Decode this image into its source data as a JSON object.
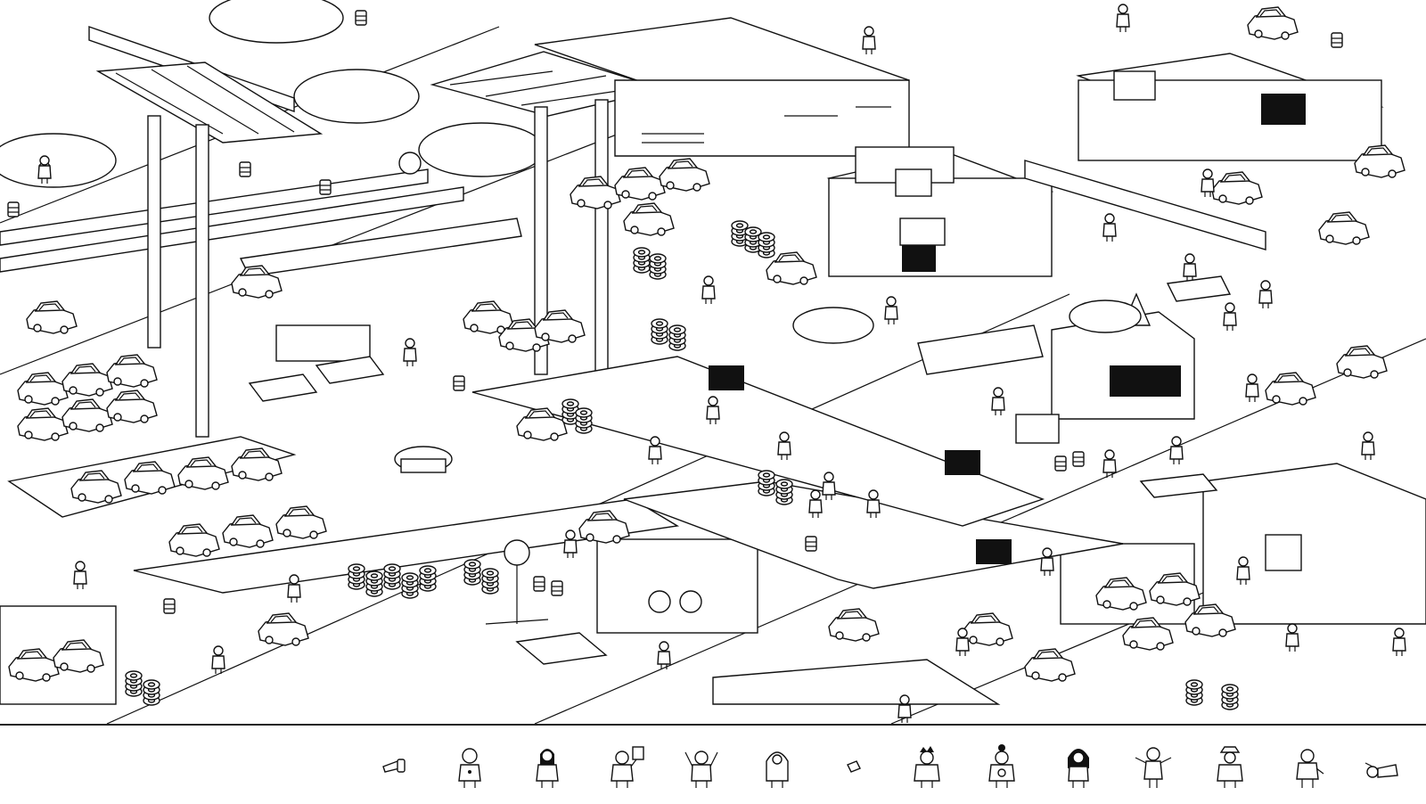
{
  "game": {
    "style": "black-and-white isometric hand-drawn",
    "scene": "car factory",
    "colors": {
      "ink": "#111111",
      "paper": "#ffffff"
    }
  },
  "tray": {
    "targets": [
      {
        "name": "dropped-hammer-target",
        "icon": "hammer-icon"
      },
      {
        "name": "hooded-person-target",
        "icon": "person-icon"
      },
      {
        "name": "long-hair-person-target",
        "icon": "person-icon"
      },
      {
        "name": "person-with-sign-target",
        "icon": "person-icon"
      },
      {
        "name": "cheering-person-target",
        "icon": "person-icon"
      },
      {
        "name": "round-hooded-person-target",
        "icon": "person-icon"
      },
      {
        "name": "small-object-target",
        "icon": "object-icon"
      },
      {
        "name": "spiky-hair-person-target",
        "icon": "person-icon"
      },
      {
        "name": "bun-person-target",
        "icon": "person-icon"
      },
      {
        "name": "big-hair-person-target",
        "icon": "person-icon"
      },
      {
        "name": "arms-out-person-target",
        "icon": "person-icon"
      },
      {
        "name": "hat-person-target",
        "icon": "person-icon"
      },
      {
        "name": "mechanic-person-target",
        "icon": "person-icon"
      },
      {
        "name": "lying-person-target",
        "icon": "person-icon"
      }
    ]
  }
}
